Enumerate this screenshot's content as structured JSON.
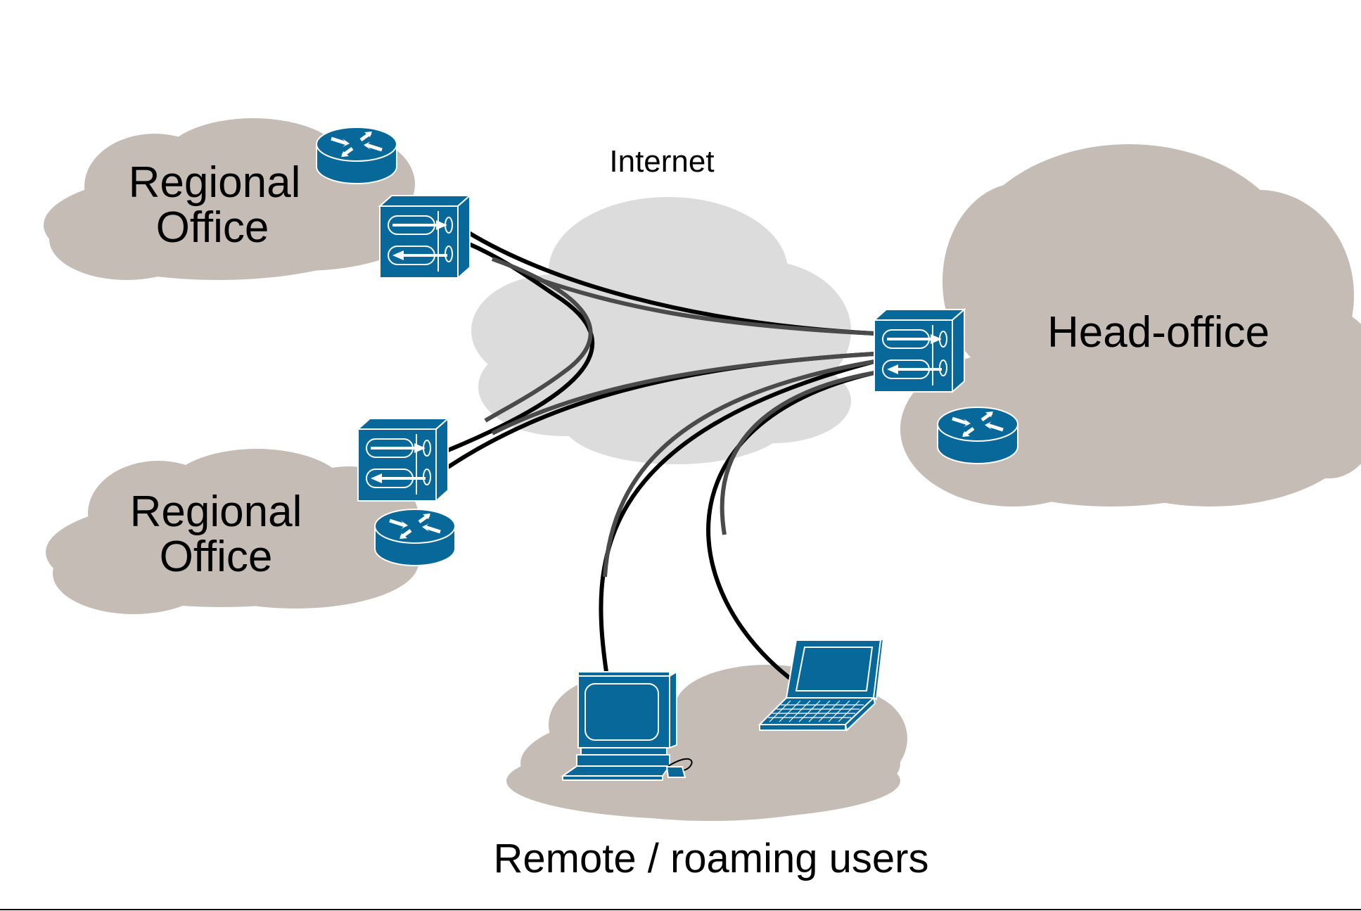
{
  "labels": {
    "regional_office_top": [
      "Regional",
      "Office"
    ],
    "regional_office_bottom": [
      "Regional",
      "Office"
    ],
    "head_office": "Head-office",
    "internet": "Internet",
    "remote_users": "Remote / roaming users"
  },
  "colors": {
    "office_cloud": "#c4bcb5",
    "internet_cloud": "#dcdcdc",
    "device_fill": "#08689a",
    "device_line": "#ffffff",
    "tunnel_black": "#000000",
    "tunnel_gray": "#4a4a4a",
    "baseline": "#000000"
  },
  "icons": {
    "router": "router-icon",
    "firewall": "vpn-firewall-icon",
    "desktop": "desktop-computer-icon",
    "laptop": "laptop-icon"
  }
}
